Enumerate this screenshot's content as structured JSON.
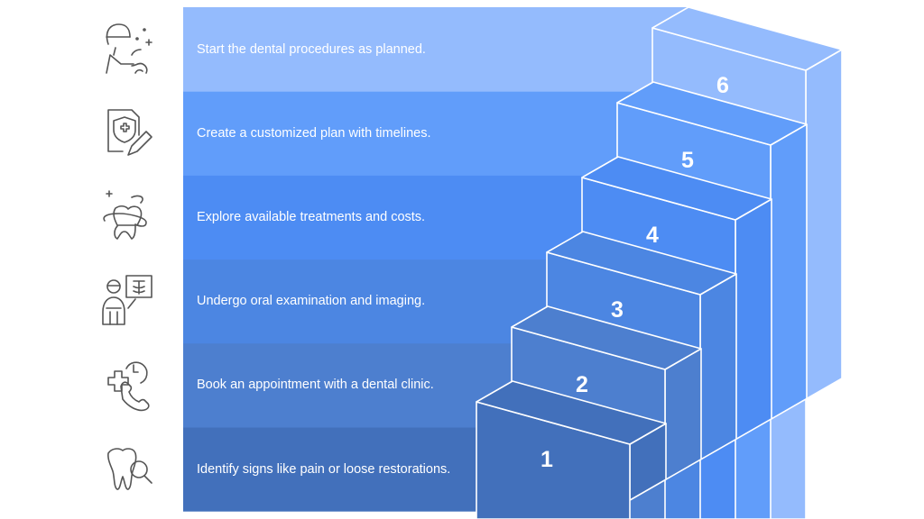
{
  "steps": [
    {
      "number": "1",
      "text": "Identify signs like pain or loose restorations.",
      "icon": "tooth-search-icon",
      "color": "#4270BB"
    },
    {
      "number": "2",
      "text": "Book an appointment with a dental clinic.",
      "icon": "medical-phone-clock-icon",
      "color": "#4D7FCF"
    },
    {
      "number": "3",
      "text": "Undergo oral examination and imaging.",
      "icon": "dentist-xray-icon",
      "color": "#4C86E2"
    },
    {
      "number": "4",
      "text": "Explore available treatments and costs.",
      "icon": "tooth-orbit-icon",
      "color": "#4D8CF3"
    },
    {
      "number": "5",
      "text": "Create a customized plan with timelines.",
      "icon": "medical-plan-pen-icon",
      "color": "#619DFA"
    },
    {
      "number": "6",
      "text": "Start the dental procedures as planned.",
      "icon": "dentist-procedure-icon",
      "color": "#94BBFD"
    }
  ]
}
